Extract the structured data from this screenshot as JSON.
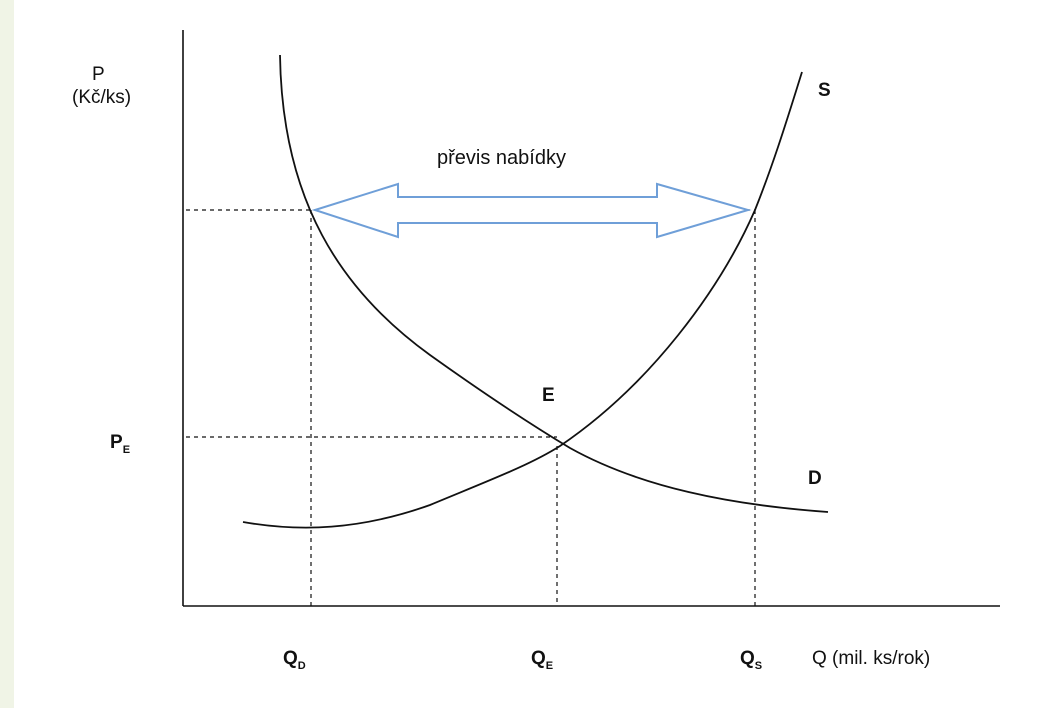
{
  "axes": {
    "y_label": "P",
    "y_unit": "(Kč/ks)",
    "x_label": "Q (mil. ks/rok)"
  },
  "curves": {
    "supply": "S",
    "demand": "D"
  },
  "equilibrium_point": "E",
  "price_label": {
    "main": "P",
    "sub": "E"
  },
  "quantity_labels": [
    {
      "main": "Q",
      "sub": "D"
    },
    {
      "main": "Q",
      "sub": "E"
    },
    {
      "main": "Q",
      "sub": "S"
    }
  ],
  "arrow_caption": "převis nabídky",
  "colors": {
    "curve": "#111111",
    "arrow_stroke": "#6f9fd8",
    "background_strip": "#f0f4e6"
  }
}
